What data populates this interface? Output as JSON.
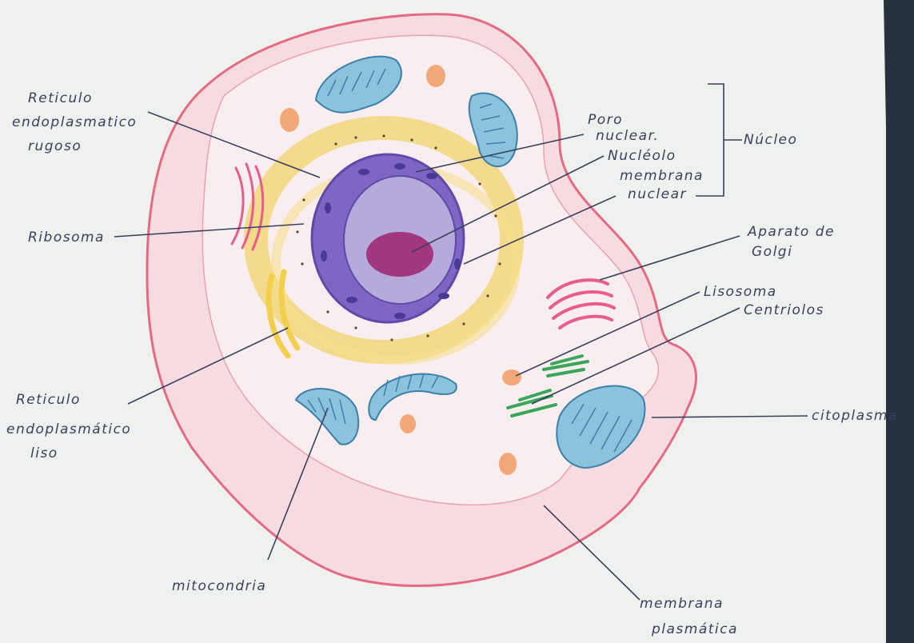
{
  "labels": {
    "rer": [
      "Reticulo",
      "endoplasmatico",
      "rugoso"
    ],
    "ribosoma": "Ribosoma",
    "rel": [
      "Reticulo",
      "endoplasmático",
      "liso"
    ],
    "mitocondria": "mitocondria",
    "poro": [
      "Poro",
      "nuclear."
    ],
    "nucleolo": "Nucléolo",
    "membrana_nuclear": [
      "membrana",
      "nuclear"
    ],
    "nucleo": "Núcleo",
    "golgi": [
      "Aparato de",
      "Golgi"
    ],
    "lisosoma": "Lisosoma",
    "centriolos": "Centriolos",
    "citoplasma": "citoplasma",
    "membrana_plasmatica": [
      "membrana",
      "plasmática"
    ]
  },
  "colors": {
    "paper": "#eef1ee",
    "membrane": "#e46a84",
    "cytoplasm": "#f7dfe2",
    "nucleus": "#7f66c4",
    "nucleolus": "#a2367f",
    "er": "#f3d36b",
    "mitochondria": "#8cc3dc",
    "lysosome": "#f2a878",
    "golgi": "#e75c8b",
    "centrioles": "#3aa65a",
    "ink": "#3b3f5c"
  }
}
